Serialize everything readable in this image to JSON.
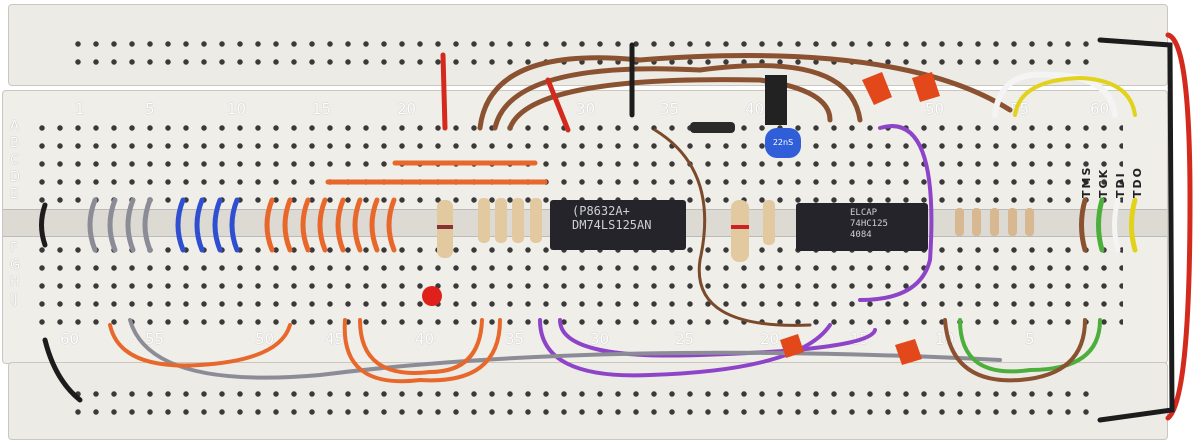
{
  "top_numbers": [
    "1",
    "5",
    "10",
    "15",
    "20",
    "30",
    "35",
    "40",
    "50",
    "55",
    "60"
  ],
  "bottom_numbers": [
    "60",
    "55",
    "50",
    "45",
    "40",
    "35",
    "30",
    "25",
    "20",
    "15",
    "10",
    "5"
  ],
  "row_letters_top": "ABCDE",
  "row_letters_bottom": "FGHIJ",
  "chips": [
    {
      "line1": "(P8632A+",
      "line2": "DM74LS125AN"
    },
    {
      "line1": "ELCAP",
      "line2": "74HC125",
      "line3": "4084"
    }
  ],
  "capacitor_label": "22nS",
  "jtag_labels": [
    "TMS",
    "TCK",
    "TDI",
    "TDO"
  ],
  "wire_colors": {
    "red": "#d42a1e",
    "black": "#1c1c1c",
    "brown": "#8a5230",
    "orange": "#e8672a",
    "purple": "#8e44c8",
    "gray": "#8c8c96",
    "blue": "#2f4fd0",
    "green": "#4caf3c",
    "yellow": "#e2d21c",
    "white": "#f4f4f4"
  }
}
